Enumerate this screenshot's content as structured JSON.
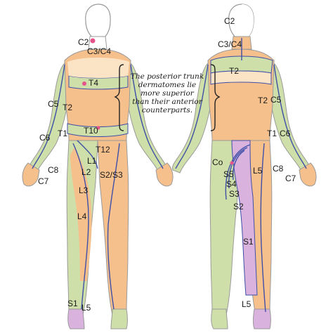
{
  "note": {
    "lines": [
      "The posterior trunk",
      "dermatomes lie",
      "more superior",
      "than their anterior",
      "counterparts."
    ]
  },
  "colors": {
    "green": "#cfdfa9",
    "orange": "#f6c08c",
    "purple": "#d9b2dd",
    "nerve": "#3f4fa8",
    "pink": "#e6538a"
  },
  "front_labels": {
    "c2": "C2",
    "c3c4": "C3/C4",
    "t4": "T4",
    "c5": "C5",
    "t2": "T2",
    "c6": "C6",
    "t1": "T1",
    "t10": "T10",
    "t12": "T12",
    "l1": "L1",
    "l2": "L2",
    "s2s3": "S2/S3",
    "c8": "C8",
    "c7": "C7",
    "l3": "L3",
    "l4": "L4",
    "s1": "S1",
    "l5": "L5"
  },
  "back_labels": {
    "c2": "C2",
    "c3c4": "C3/C4",
    "t2": "T2",
    "c5": "C5",
    "t2b": "T2",
    "t1": "T1",
    "c6": "C6",
    "co": "Co",
    "s5": "S5",
    "s4": "S4",
    "s3": "S3",
    "l5": "L5",
    "c8": "C8",
    "c7": "C7",
    "s2": "S2",
    "s1": "S1",
    "l5b": "L5"
  }
}
